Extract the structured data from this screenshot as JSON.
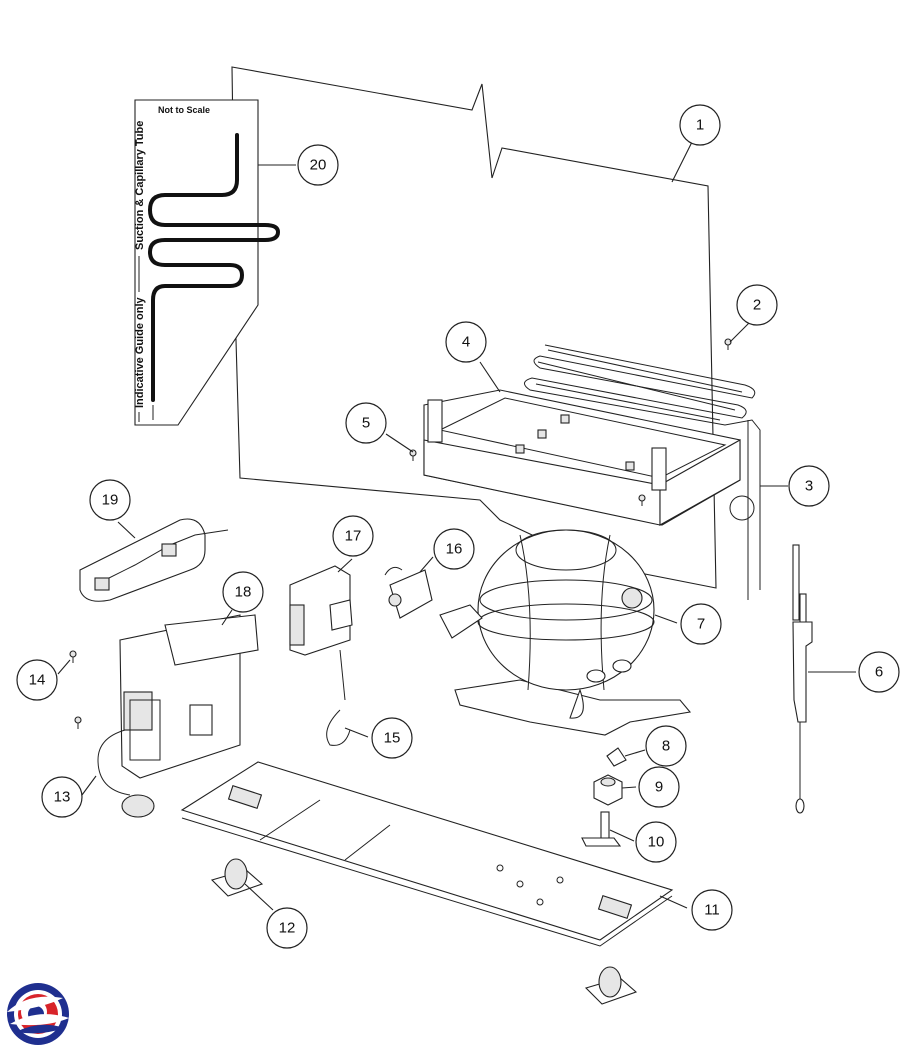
{
  "guide": {
    "not_to_scale": "Not to Scale",
    "side_label_top": "Suction & Capillary Tube",
    "side_label_bottom": "Indicative Guide only"
  },
  "callouts": [
    "1",
    "2",
    "3",
    "4",
    "5",
    "6",
    "7",
    "8",
    "9",
    "10",
    "11",
    "12",
    "13",
    "14",
    "15",
    "16",
    "17",
    "18",
    "19",
    "20"
  ],
  "logo": {
    "name": "brand-swirl-logo",
    "colors": [
      "#1f2f8f",
      "#d8242a"
    ]
  }
}
